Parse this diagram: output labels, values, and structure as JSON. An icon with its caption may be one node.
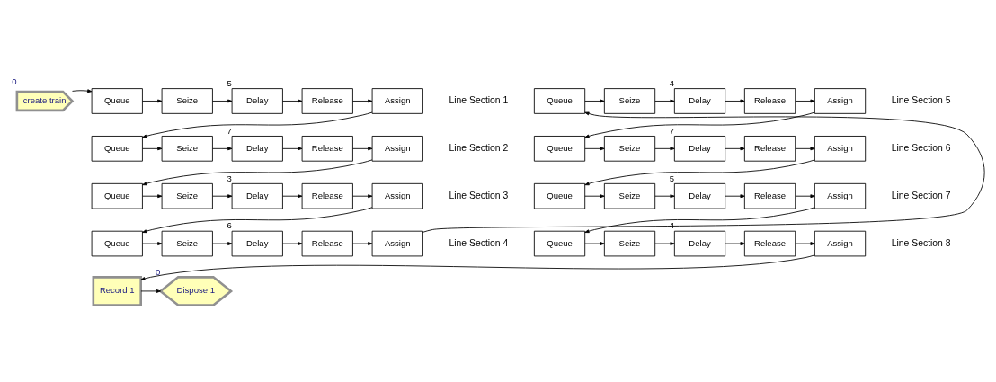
{
  "diagram": {
    "nodes": [
      {
        "text": [
          "create train"
        ],
        "beside": [
          "0"
        ]
      },
      {
        "text": [
          "Queue"
        ]
      },
      {
        "text": [
          "Seize"
        ]
      },
      {
        "text": [
          "Delay"
        ],
        "beside": [
          "5"
        ]
      },
      {
        "text": [
          "Release"
        ]
      },
      {
        "text": [
          "Assign"
        ]
      },
      {
        "text": [
          "Queue"
        ]
      },
      {
        "text": [
          "Seize"
        ]
      },
      {
        "text": [
          "Delay"
        ],
        "beside": [
          "7"
        ]
      },
      {
        "text": [
          "Release"
        ]
      },
      {
        "text": [
          "Assign"
        ]
      },
      {
        "text": [
          "Queue"
        ]
      },
      {
        "text": [
          "Seize"
        ]
      },
      {
        "text": [
          "Delay"
        ],
        "beside": [
          "3"
        ]
      },
      {
        "text": [
          "Release"
        ]
      },
      {
        "text": [
          "Assign"
        ]
      },
      {
        "text": [
          "Queue"
        ]
      },
      {
        "text": [
          "Seize"
        ]
      },
      {
        "text": [
          "Delay"
        ],
        "beside": [
          "6"
        ]
      },
      {
        "text": [
          "Release"
        ]
      },
      {
        "text": [
          "Assign"
        ]
      },
      {
        "text": [
          "Queue"
        ]
      },
      {
        "text": [
          "Seize"
        ]
      },
      {
        "text": [
          "Delay"
        ],
        "beside": [
          "4"
        ]
      },
      {
        "text": [
          "Release"
        ]
      },
      {
        "text": [
          "Assign"
        ]
      },
      {
        "text": [
          "Queue"
        ]
      },
      {
        "text": [
          "Seize"
        ]
      },
      {
        "text": [
          "Delay"
        ],
        "beside": [
          "7"
        ]
      },
      {
        "text": [
          "Release"
        ]
      },
      {
        "text": [
          "Assign"
        ]
      },
      {
        "text": [
          "Queue"
        ]
      },
      {
        "text": [
          "Seize"
        ]
      },
      {
        "text": [
          "Delay"
        ],
        "beside": [
          "5"
        ]
      },
      {
        "text": [
          "Release"
        ]
      },
      {
        "text": [
          "Assign"
        ]
      },
      {
        "text": [
          "Queue"
        ]
      },
      {
        "text": [
          "Seize"
        ]
      },
      {
        "text": [
          "Delay"
        ],
        "beside": [
          "4"
        ]
      },
      {
        "text": [
          "Release"
        ]
      },
      {
        "text": [
          "Assign"
        ]
      },
      {
        "text": [
          "Record 1"
        ]
      },
      {
        "text": [
          "Dispose 1"
        ],
        "beside": [
          "0"
        ]
      }
    ],
    "edges": [
      {
        "from": 0,
        "to": 1,
        "arrow": "to"
      },
      {
        "from": 1,
        "to": 2,
        "arrow": "to"
      },
      {
        "from": 2,
        "to": 3,
        "arrow": "to"
      },
      {
        "from": 3,
        "to": 4,
        "arrow": "to"
      },
      {
        "from": 4,
        "to": 5,
        "arrow": "to"
      },
      {
        "from": 5,
        "to": 6,
        "arrow": "to"
      },
      {
        "from": 6,
        "to": 7,
        "arrow": "to"
      },
      {
        "from": 7,
        "to": 8,
        "arrow": "to"
      },
      {
        "from": 8,
        "to": 9,
        "arrow": "to"
      },
      {
        "from": 9,
        "to": 10,
        "arrow": "to"
      },
      {
        "from": 10,
        "to": 11,
        "arrow": "to"
      },
      {
        "from": 11,
        "to": 12,
        "arrow": "to"
      },
      {
        "from": 12,
        "to": 13,
        "arrow": "to"
      },
      {
        "from": 13,
        "to": 14,
        "arrow": "to"
      },
      {
        "from": 14,
        "to": 15,
        "arrow": "to"
      },
      {
        "from": 15,
        "to": 16,
        "arrow": "to"
      },
      {
        "from": 16,
        "to": 17,
        "arrow": "to"
      },
      {
        "from": 17,
        "to": 18,
        "arrow": "to"
      },
      {
        "from": 18,
        "to": 19,
        "arrow": "to"
      },
      {
        "from": 19,
        "to": 20,
        "arrow": "to"
      },
      {
        "from": 20,
        "to": 21,
        "arrow": "to"
      },
      {
        "from": 21,
        "to": 22,
        "arrow": "to"
      },
      {
        "from": 22,
        "to": 23,
        "arrow": "to"
      },
      {
        "from": 23,
        "to": 24,
        "arrow": "to"
      },
      {
        "from": 24,
        "to": 25,
        "arrow": "to"
      },
      {
        "from": 25,
        "to": 26,
        "arrow": "to"
      },
      {
        "from": 26,
        "to": 27,
        "arrow": "to"
      },
      {
        "from": 27,
        "to": 28,
        "arrow": "to"
      },
      {
        "from": 28,
        "to": 29,
        "arrow": "to"
      },
      {
        "from": 29,
        "to": 30,
        "arrow": "to"
      },
      {
        "from": 30,
        "to": 31,
        "arrow": "to"
      },
      {
        "from": 31,
        "to": 32,
        "arrow": "to"
      },
      {
        "from": 32,
        "to": 33,
        "arrow": "to"
      },
      {
        "from": 33,
        "to": 34,
        "arrow": "to"
      },
      {
        "from": 34,
        "to": 35,
        "arrow": "to"
      },
      {
        "from": 35,
        "to": 36,
        "arrow": "to"
      },
      {
        "from": 36,
        "to": 37,
        "arrow": "to"
      },
      {
        "from": 37,
        "to": 38,
        "arrow": "to"
      },
      {
        "from": 38,
        "to": 39,
        "arrow": "to"
      },
      {
        "from": 39,
        "to": 40,
        "arrow": "to"
      },
      {
        "from": 40,
        "to": 41,
        "arrow": "to"
      },
      {
        "from": 41,
        "to": 42,
        "arrow": "to"
      }
    ],
    "labels": [
      "Line Section 1",
      "Line Section 2",
      "Line Section 3",
      "Line Section 4",
      "Line Section 5",
      "Line Section 6",
      "Line Section 7",
      "Line Section 8"
    ]
  }
}
